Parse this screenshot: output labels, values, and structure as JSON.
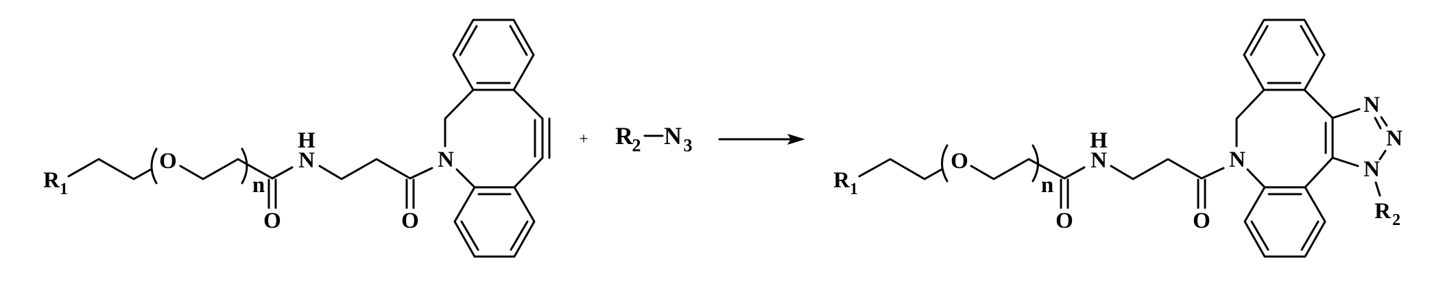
{
  "diagram": {
    "type": "chemical_reaction_scheme",
    "description": "Strain-promoted azide-alkyne cycloaddition (SPAAC) of a DBCO-PEG-amide with an organic azide giving a triazole product",
    "colors": {
      "ink": "#000000",
      "background": "#ffffff"
    },
    "reactant_1": {
      "name": "R1-PEG-amide-DBCO",
      "labels": {
        "r1": "R",
        "r1_sub": "1",
        "ether_o": "O",
        "repeat_n": "n",
        "amide_carbonyl_o": "O",
        "amide_n": "N",
        "amide_h": "H",
        "dbco_carbonyl_o": "O",
        "ring_n": "N"
      },
      "features": [
        "PEG repeat unit in parentheses with subscript n",
        "secondary amide",
        "dibenzocyclooctyne ring with C≡C"
      ]
    },
    "operator": {
      "plus": "+"
    },
    "reactant_2": {
      "name": "organic azide",
      "r2": "R",
      "r2_sub": "2",
      "bond": "—",
      "n3": "N",
      "n3_sub": "3"
    },
    "arrow": {
      "direction": "right"
    },
    "product": {
      "name": "triazole-fused dibenzocyclooctene conjugate",
      "labels": {
        "r1": "R",
        "r1_sub": "1",
        "ether_o": "O",
        "repeat_n": "n",
        "amide_carbonyl_o": "O",
        "amide_n": "N",
        "amide_h": "H",
        "dbco_carbonyl_o": "O",
        "ring_n": "N",
        "triazole_n1": "N",
        "triazole_n2": "N",
        "triazole_n3": "N",
        "r2": "R",
        "r2_sub": "2"
      },
      "features": [
        "1,2,3-triazole fused to cyclooctene",
        "N-substituent R2"
      ]
    }
  }
}
